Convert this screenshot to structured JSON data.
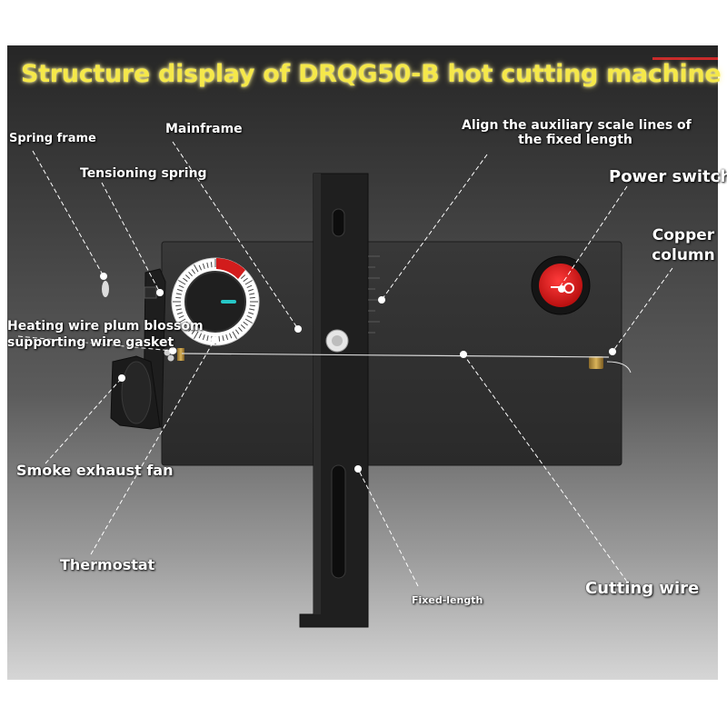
{
  "title": "Structure display of DRQG50-B hot cutting machine",
  "labels": {
    "spring_frame": "Spring frame",
    "mainframe": "Mainframe",
    "tensioning_spring": "Tensioning spring",
    "align_line1": "Align the auxiliary scale lines of",
    "align_line2": "the fixed length",
    "power_switch": "Power switch",
    "copper_line1": "Copper",
    "copper_line2": "column",
    "heating_line1": "Heating wire plum blossom",
    "heating_line2": "supporting wire gasket",
    "smoke_fan": "Smoke exhaust fan",
    "thermostat": "Thermostat",
    "cutting_wire": "Cutting wire",
    "fixed_length": "Fixed-length"
  },
  "colors": {
    "title": "#f5e84a",
    "accent_red": "#d21c1c",
    "dial_cyan": "#26c6c6",
    "label_text": "#ffffff"
  }
}
